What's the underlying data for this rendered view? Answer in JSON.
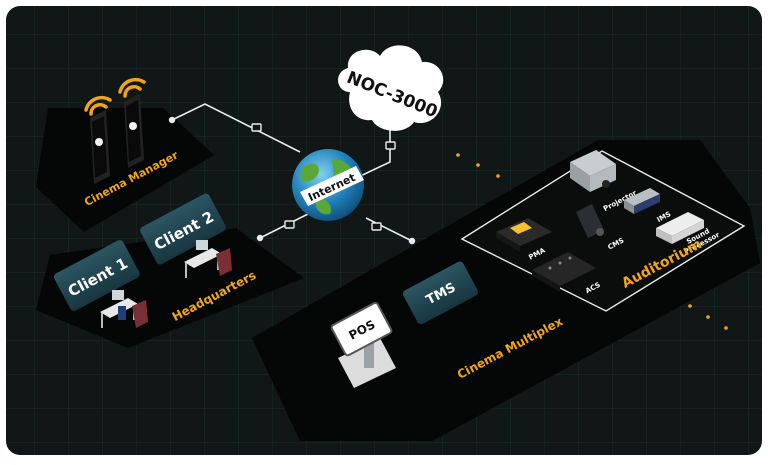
{
  "cloud": {
    "label": "NOC-3000"
  },
  "globe": {
    "label": "Internet"
  },
  "zones": {
    "cinema_manager": "Cinema Manager",
    "headquarters": "Headquarters",
    "cinema_multiplex": "Cinema Multiplex",
    "auditorium": "Auditorium"
  },
  "clients": [
    "Client 1",
    "Client 2"
  ],
  "tms": "TMS",
  "pos": "POS",
  "devices": {
    "projector": "Projector",
    "ims": "IMS",
    "sound_processor_line1": "Sound",
    "sound_processor_line2": "Processor",
    "pma": "PMA",
    "cms": "CMS",
    "acs": "ACS"
  },
  "colors": {
    "background": "#101716",
    "grid": "#1b2a26",
    "platform": "#050606",
    "accent": "#f2a617",
    "card": "#1f3f49",
    "line": "#e8eef0"
  }
}
